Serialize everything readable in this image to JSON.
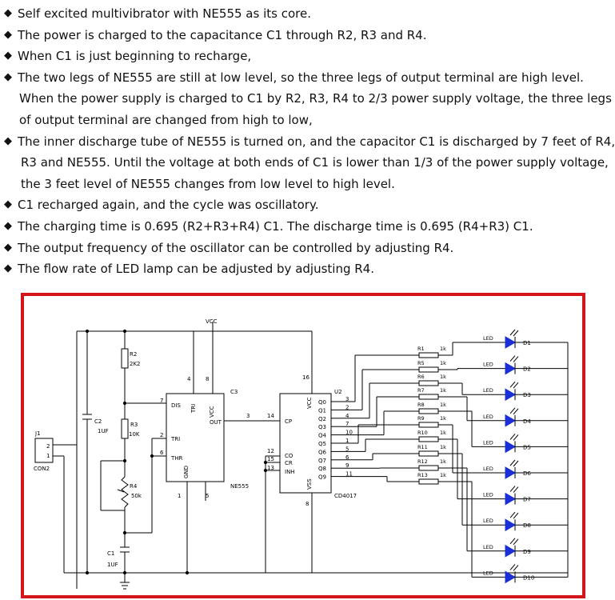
{
  "description_lines": [
    {
      "bullet": "◆",
      "text": "Self excited multivibrator with NE555 as its core."
    },
    {
      "bullet": "◆",
      "text": "The power is charged to the capacitance C1 through R2, R3 and R4."
    },
    {
      "bullet": "◆",
      "text": "When C1 is just beginning to recharge,"
    },
    {
      "bullet": "◆",
      "text": "The two legs of NE555 are still at low level, so the three legs of output terminal are high level."
    },
    {
      "bullet": "",
      "text": "When the power supply is charged to C1 by R2, R3, R4 to 2/3 power supply voltage, the three legs"
    },
    {
      "bullet": "",
      "text": "of output terminal are changed from high to low,"
    },
    {
      "bullet": "◆",
      "text": "The inner discharge tube of NE555 is turned on, and the capacitor C1 is discharged by 7 feet of R4,"
    },
    {
      "bullet": "",
      "text": "R3 and NE555. Until the voltage at both ends of C1 is lower than 1/3 of the power supply voltage,"
    },
    {
      "bullet": "",
      "text": "the 3 feet level of NE555 changes from low level to high level."
    },
    {
      "bullet": "◆",
      "text": "C1 recharged again, and the cycle was oscillatory."
    },
    {
      "bullet": "◆",
      "text": "The charging time is 0.695 (R2+R3+R4) C1.  The discharge time is 0.695 (R4+R3) C1."
    },
    {
      "bullet": "◆",
      "text": "The output frequency of the oscillator can be controlled by adjusting R4."
    },
    {
      "bullet": "◆",
      "text": "The flow rate of LED lamp can be adjusted by adjusting R4."
    }
  ],
  "schematic": {
    "border_color": "#d4151b",
    "vcc_label": "VCC",
    "connector": {
      "ref": "J1",
      "name": "CON2",
      "pins": [
        "2",
        "1"
      ]
    },
    "c2": {
      "ref": "C2",
      "value": "1UF"
    },
    "c1": {
      "ref": "C1",
      "value": "1UF"
    },
    "c3": {
      "ref": "C3"
    },
    "r2": {
      "ref": "R2",
      "value": "2K2"
    },
    "r3": {
      "ref": "R3",
      "value": "10K"
    },
    "r4": {
      "ref": "R4",
      "value": "50k"
    },
    "ne555": {
      "name": "NE555",
      "pins": {
        "dis": "DIS",
        "tri": "TRI",
        "thr": "THR",
        "gnd": "GND",
        "vcc": "VCC",
        "out": "OUT",
        "tri_top": "TRI"
      },
      "pin_numbers": {
        "p7": "7",
        "p2": "2",
        "p6": "6",
        "p4": "4",
        "p8": "8",
        "p3": "3",
        "p1": "1",
        "p5": "5"
      }
    },
    "cd4017": {
      "ref": "U2",
      "name": "CD4017",
      "left_pins": [
        {
          "label": "CP",
          "num": "14"
        },
        {
          "label": "CO",
          "num": "12"
        },
        {
          "label": "CR",
          "num": "15"
        },
        {
          "label": "INH",
          "num": "13"
        }
      ],
      "top_labels": {
        "vcc": "VCC",
        "vss": "VSS",
        "p16": "16",
        "p8": "8"
      },
      "outputs": [
        {
          "label": "Q0",
          "num": "3"
        },
        {
          "label": "Q1",
          "num": "2"
        },
        {
          "label": "Q2",
          "num": "4"
        },
        {
          "label": "Q3",
          "num": "7"
        },
        {
          "label": "Q4",
          "num": "10"
        },
        {
          "label": "Q5",
          "num": "1"
        },
        {
          "label": "Q6",
          "num": "5"
        },
        {
          "label": "Q7",
          "num": "6"
        },
        {
          "label": "Q8",
          "num": "9"
        },
        {
          "label": "Q9",
          "num": "11"
        }
      ]
    },
    "resistors": [
      {
        "ref": "R1",
        "value": "1k"
      },
      {
        "ref": "R5",
        "value": "1k"
      },
      {
        "ref": "R6",
        "value": "1k"
      },
      {
        "ref": "R7",
        "value": "1k"
      },
      {
        "ref": "R8",
        "value": "1k"
      },
      {
        "ref": "R9",
        "value": "1k"
      },
      {
        "ref": "R10",
        "value": "1k"
      },
      {
        "ref": "R11",
        "value": "1k"
      },
      {
        "ref": "R12",
        "value": "1k"
      },
      {
        "ref": "R13",
        "value": "1k"
      }
    ],
    "leds": [
      {
        "ref": "D1",
        "label": "LED"
      },
      {
        "ref": "D2",
        "label": "LED"
      },
      {
        "ref": "D3",
        "label": "LED"
      },
      {
        "ref": "D4",
        "label": "LED"
      },
      {
        "ref": "D5",
        "label": "LED"
      },
      {
        "ref": "D6",
        "label": "LED"
      },
      {
        "ref": "D7",
        "label": "LED"
      },
      {
        "ref": "D8",
        "label": "LED"
      },
      {
        "ref": "D9",
        "label": "LED"
      },
      {
        "ref": "D10",
        "label": "LED"
      }
    ],
    "led_color": "#1a2fd6"
  }
}
